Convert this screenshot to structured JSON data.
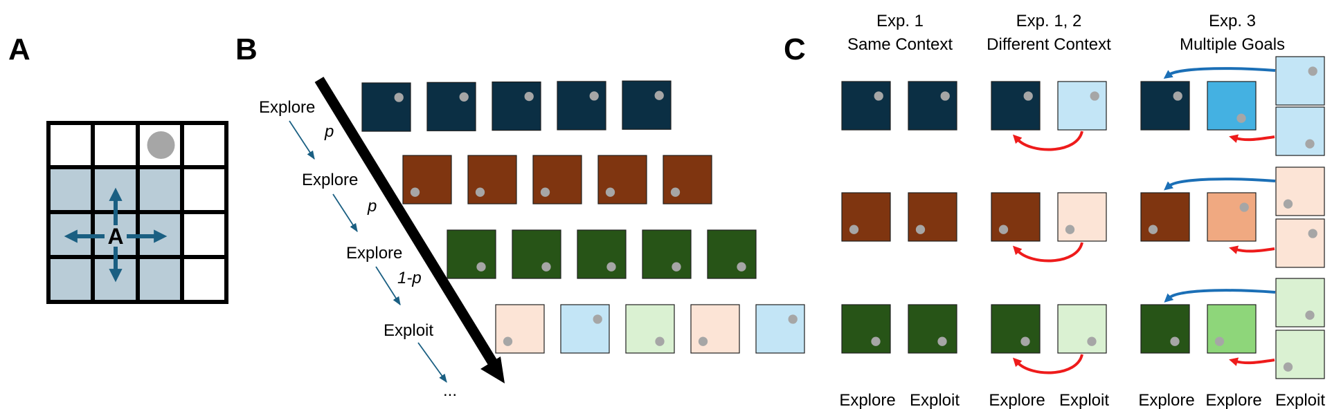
{
  "colors": {
    "dark_blue": "#0b2f44",
    "dark_brown": "#7f3510",
    "dark_green": "#275417",
    "light_peach": "#fce4d6",
    "light_blue": "#c3e5f6",
    "light_green": "#daf1d2",
    "mid_blue": "#44b1e2",
    "mid_orange": "#f0a981",
    "mid_green": "#8ed67a",
    "goal_dot": "#a6a6a6",
    "grid_fill": "#b9ccd7",
    "agent_arrow": "#1a5f82",
    "blue_arrow": "#1b6fb6",
    "red_arrow": "#ee1b1b"
  },
  "panel_a": {
    "label": "A",
    "agent_label": "A"
  },
  "panel_b": {
    "label": "B",
    "steps": [
      "Explore",
      "Explore",
      "Explore",
      "Exploit",
      "..."
    ],
    "probabilities": [
      "p",
      "p",
      "1-p"
    ]
  },
  "panel_c": {
    "label": "C",
    "groups": [
      {
        "title_line1": "Exp. 1",
        "title_line2": "Same Context",
        "footer": [
          "Explore",
          "Exploit"
        ]
      },
      {
        "title_line1": "Exp. 1, 2",
        "title_line2": "Different Context",
        "footer": [
          "Explore",
          "Exploit"
        ]
      },
      {
        "title_line1": "Exp. 3",
        "title_line2": "Multiple Goals",
        "footer": [
          "Explore",
          "Explore",
          "Exploit"
        ]
      }
    ]
  }
}
